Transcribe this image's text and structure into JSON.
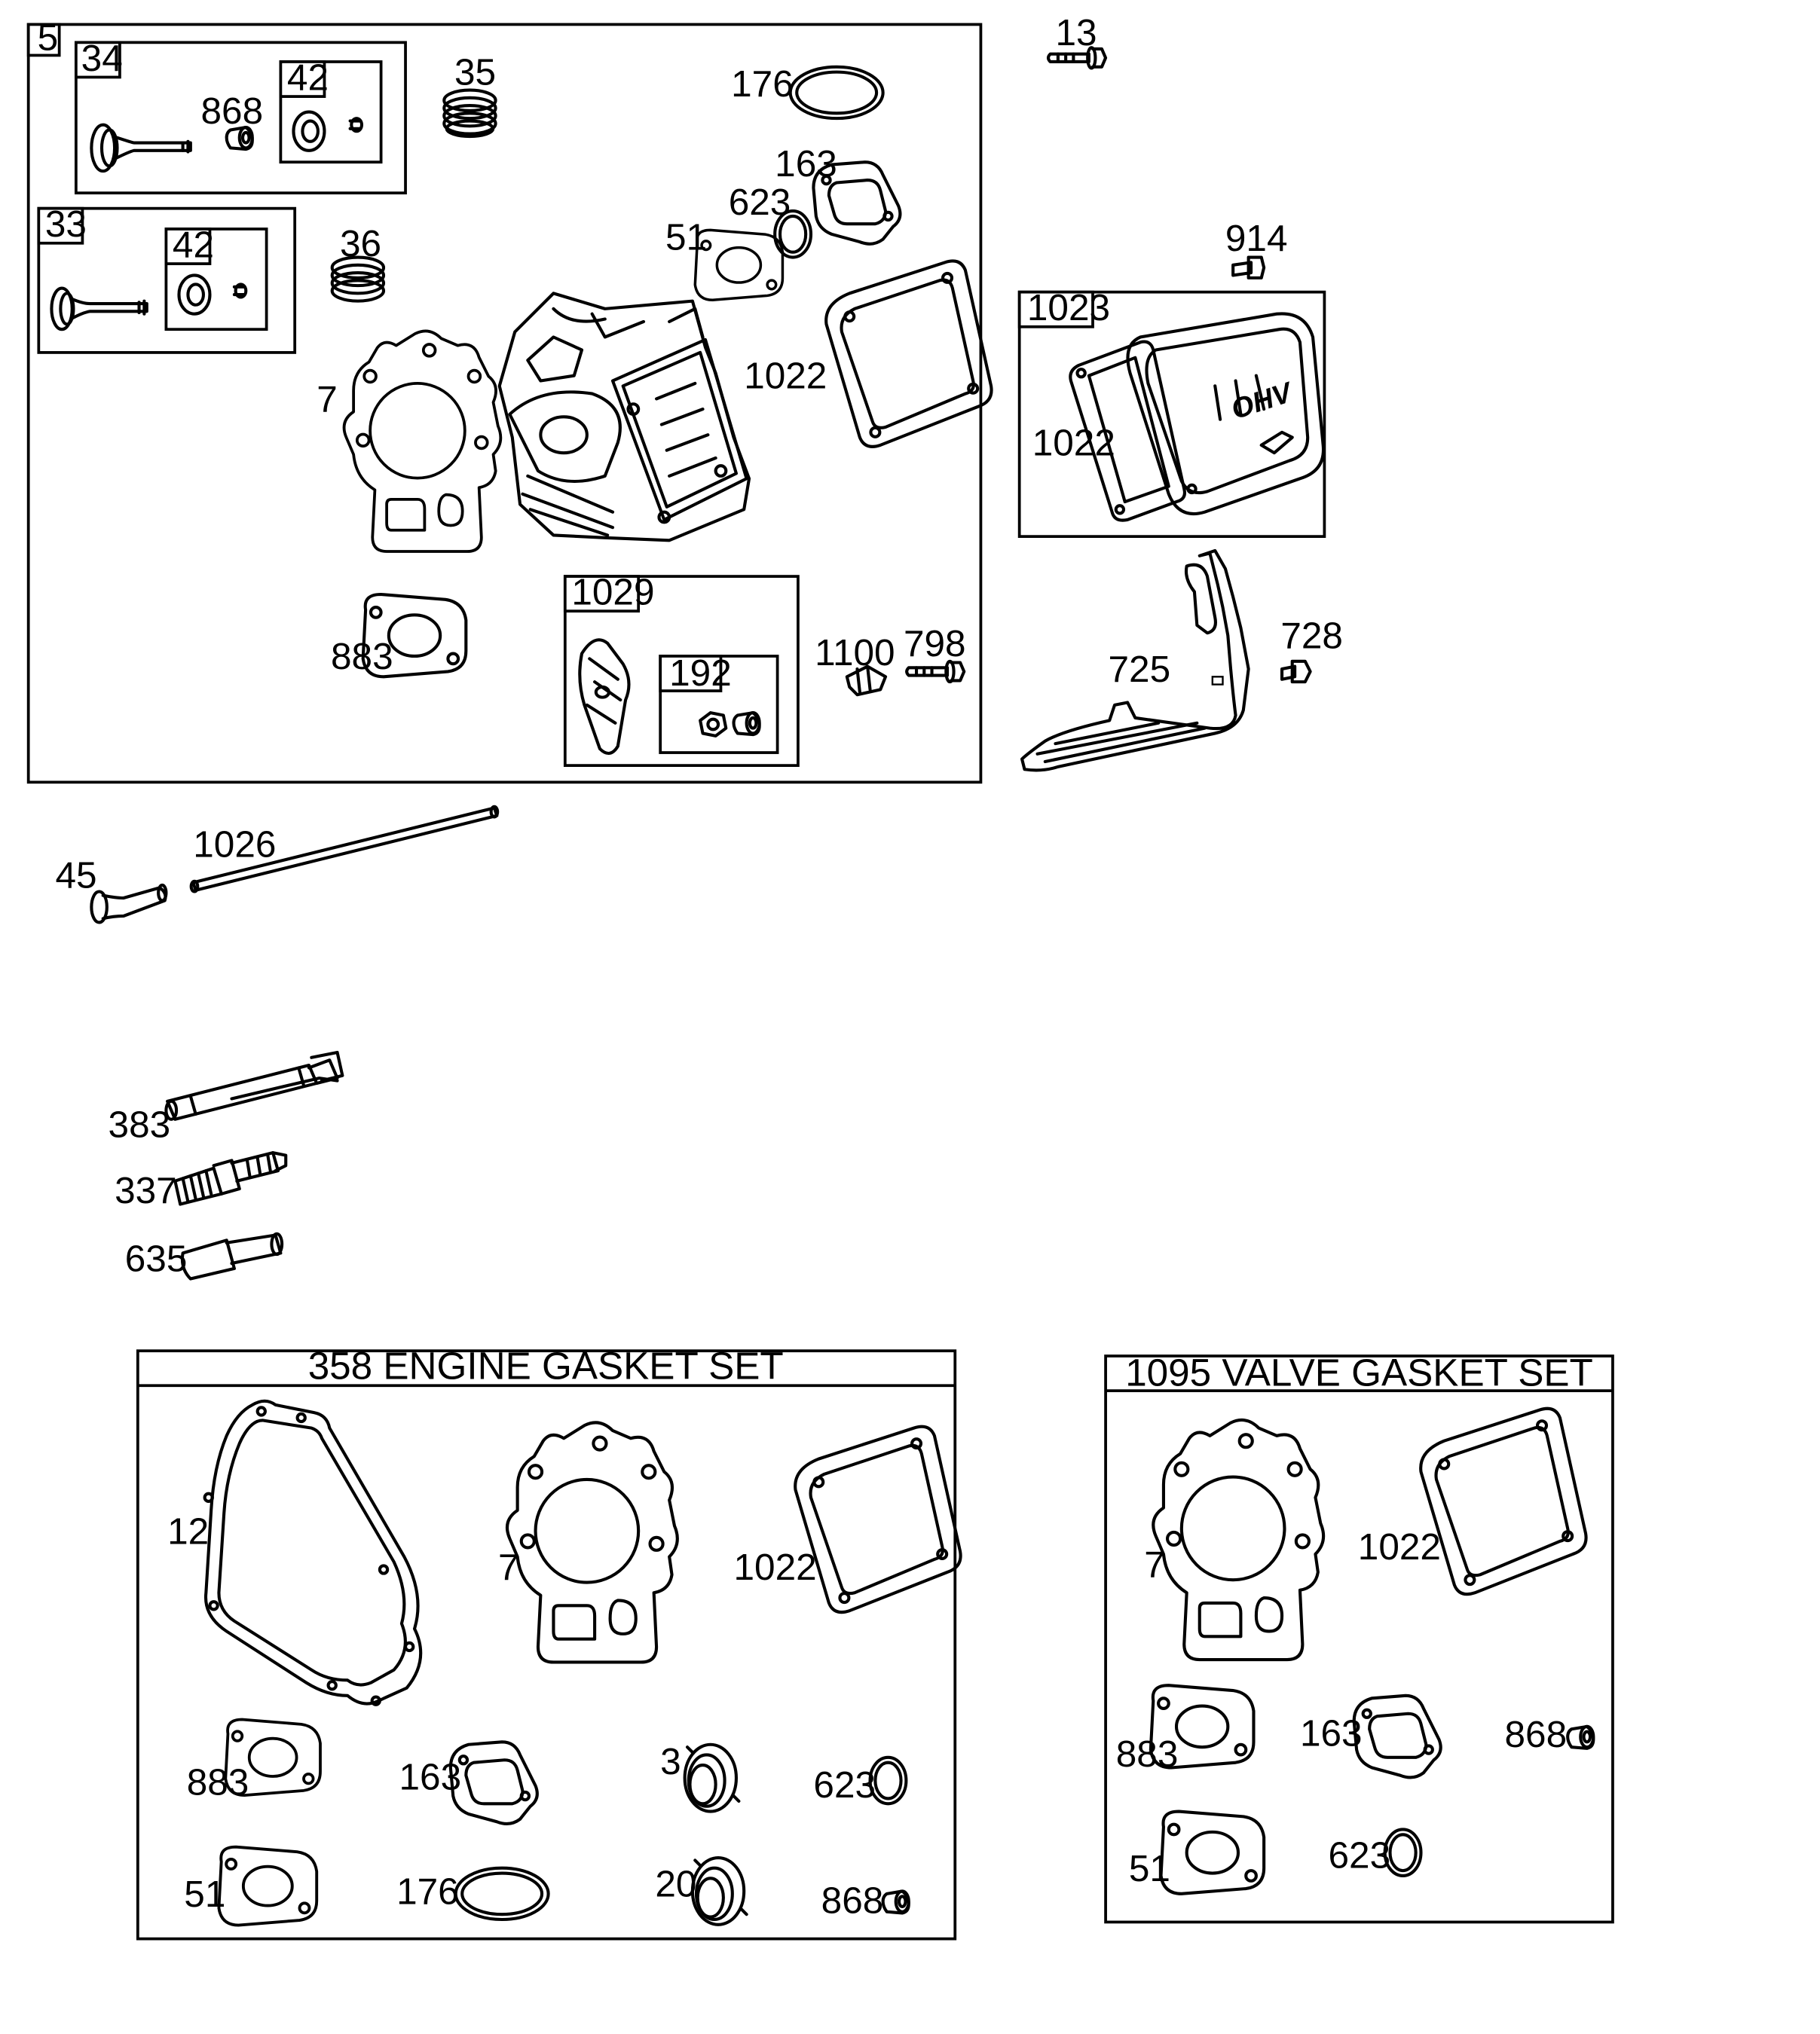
{
  "labels": {
    "l5": "5",
    "l34": "34",
    "l42a": "42",
    "l868a": "868",
    "l35": "35",
    "l33": "33",
    "l42b": "42",
    "l36": "36",
    "l176a": "176",
    "l163a": "163",
    "l623a": "623",
    "l51a": "51",
    "l7a": "7",
    "l1022a": "1022",
    "l883a": "883",
    "l1029": "1029",
    "l192": "192",
    "l1100": "1100",
    "l798": "798",
    "l13": "13",
    "l914": "914",
    "l1023": "1023",
    "l1022b": "1022",
    "l728": "728",
    "l725": "725",
    "l45": "45",
    "l1026": "1026",
    "l383": "383",
    "l337": "337",
    "l635": "635",
    "l12": "12",
    "l7b": "7",
    "l1022c": "1022",
    "l883b": "883",
    "l163b": "163",
    "l3": "3",
    "l623b": "623",
    "l51b": "51",
    "l176b": "176",
    "l20": "20",
    "l868b": "868",
    "l7c": "7",
    "l1022d": "1022",
    "l883c": "883",
    "l163c": "163",
    "l868c": "868",
    "l51c": "51",
    "l623c": "623"
  },
  "kits": {
    "engine_gasket_set": "358 ENGINE GASKET SET",
    "valve_gasket_set": "1095 VALVE GASKET SET"
  },
  "cover_logo": "OHV"
}
